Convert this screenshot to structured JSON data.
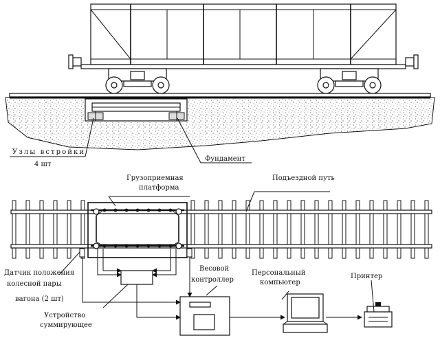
{
  "labels": {
    "mounting_units": [
      "Узлы встройки",
      "4 шт"
    ],
    "foundation": "Фундамент",
    "platform": [
      "Грузоприемная",
      "платформа"
    ],
    "access_track": "Подъездной путь",
    "wheel_sensor": [
      "Датчик положения",
      "колесной пары",
      "вагона (2 шт)"
    ],
    "weight_controller": [
      "Весовой",
      "контроллер"
    ],
    "personal_computer": [
      "Персональный",
      "компьютер"
    ],
    "printer": "Принтер",
    "summing_device": [
      "Устройство",
      "суммирующее"
    ]
  }
}
